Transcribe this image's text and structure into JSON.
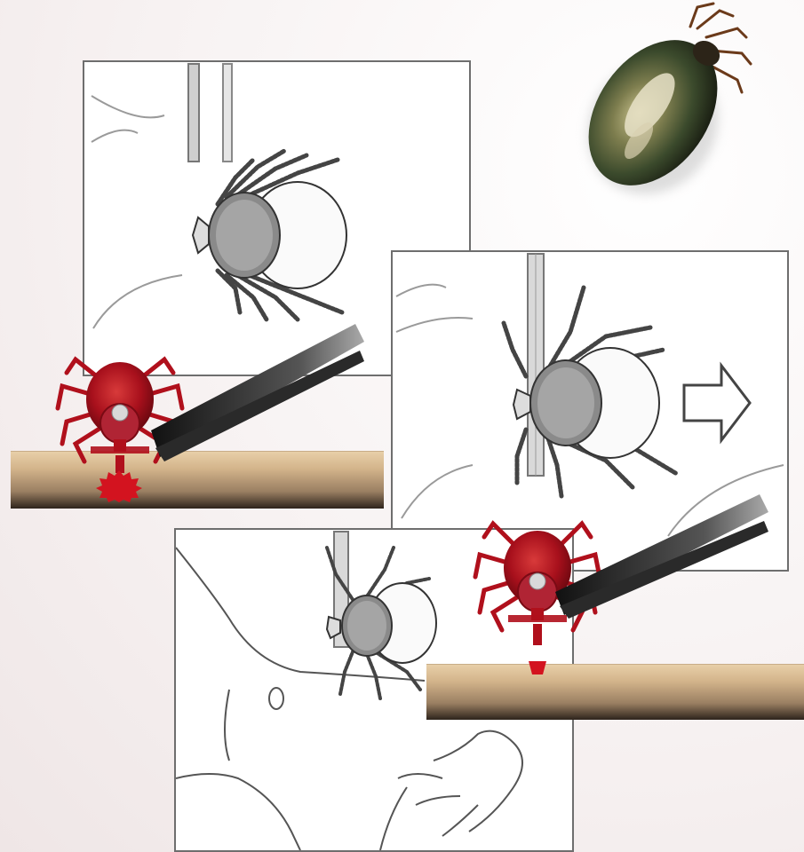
{
  "figure": {
    "colors": {
      "tick_red": "#b0101c",
      "blood_red": "#d3131f",
      "skin_light": "#e8cfa8",
      "skin_dark": "#2e241c",
      "sketch_ink": "#4a4a4a",
      "tweezers": "#3a3a3a",
      "real_tick_body": "#3b4a2c"
    },
    "panels": [
      "panel-top-left",
      "panel-right",
      "panel-bottom"
    ],
    "icons": [
      "real-tick-photo",
      "tick-icon",
      "tweezers-icon",
      "arrow-right-icon",
      "blood-drop-icon",
      "skin-bar"
    ]
  }
}
